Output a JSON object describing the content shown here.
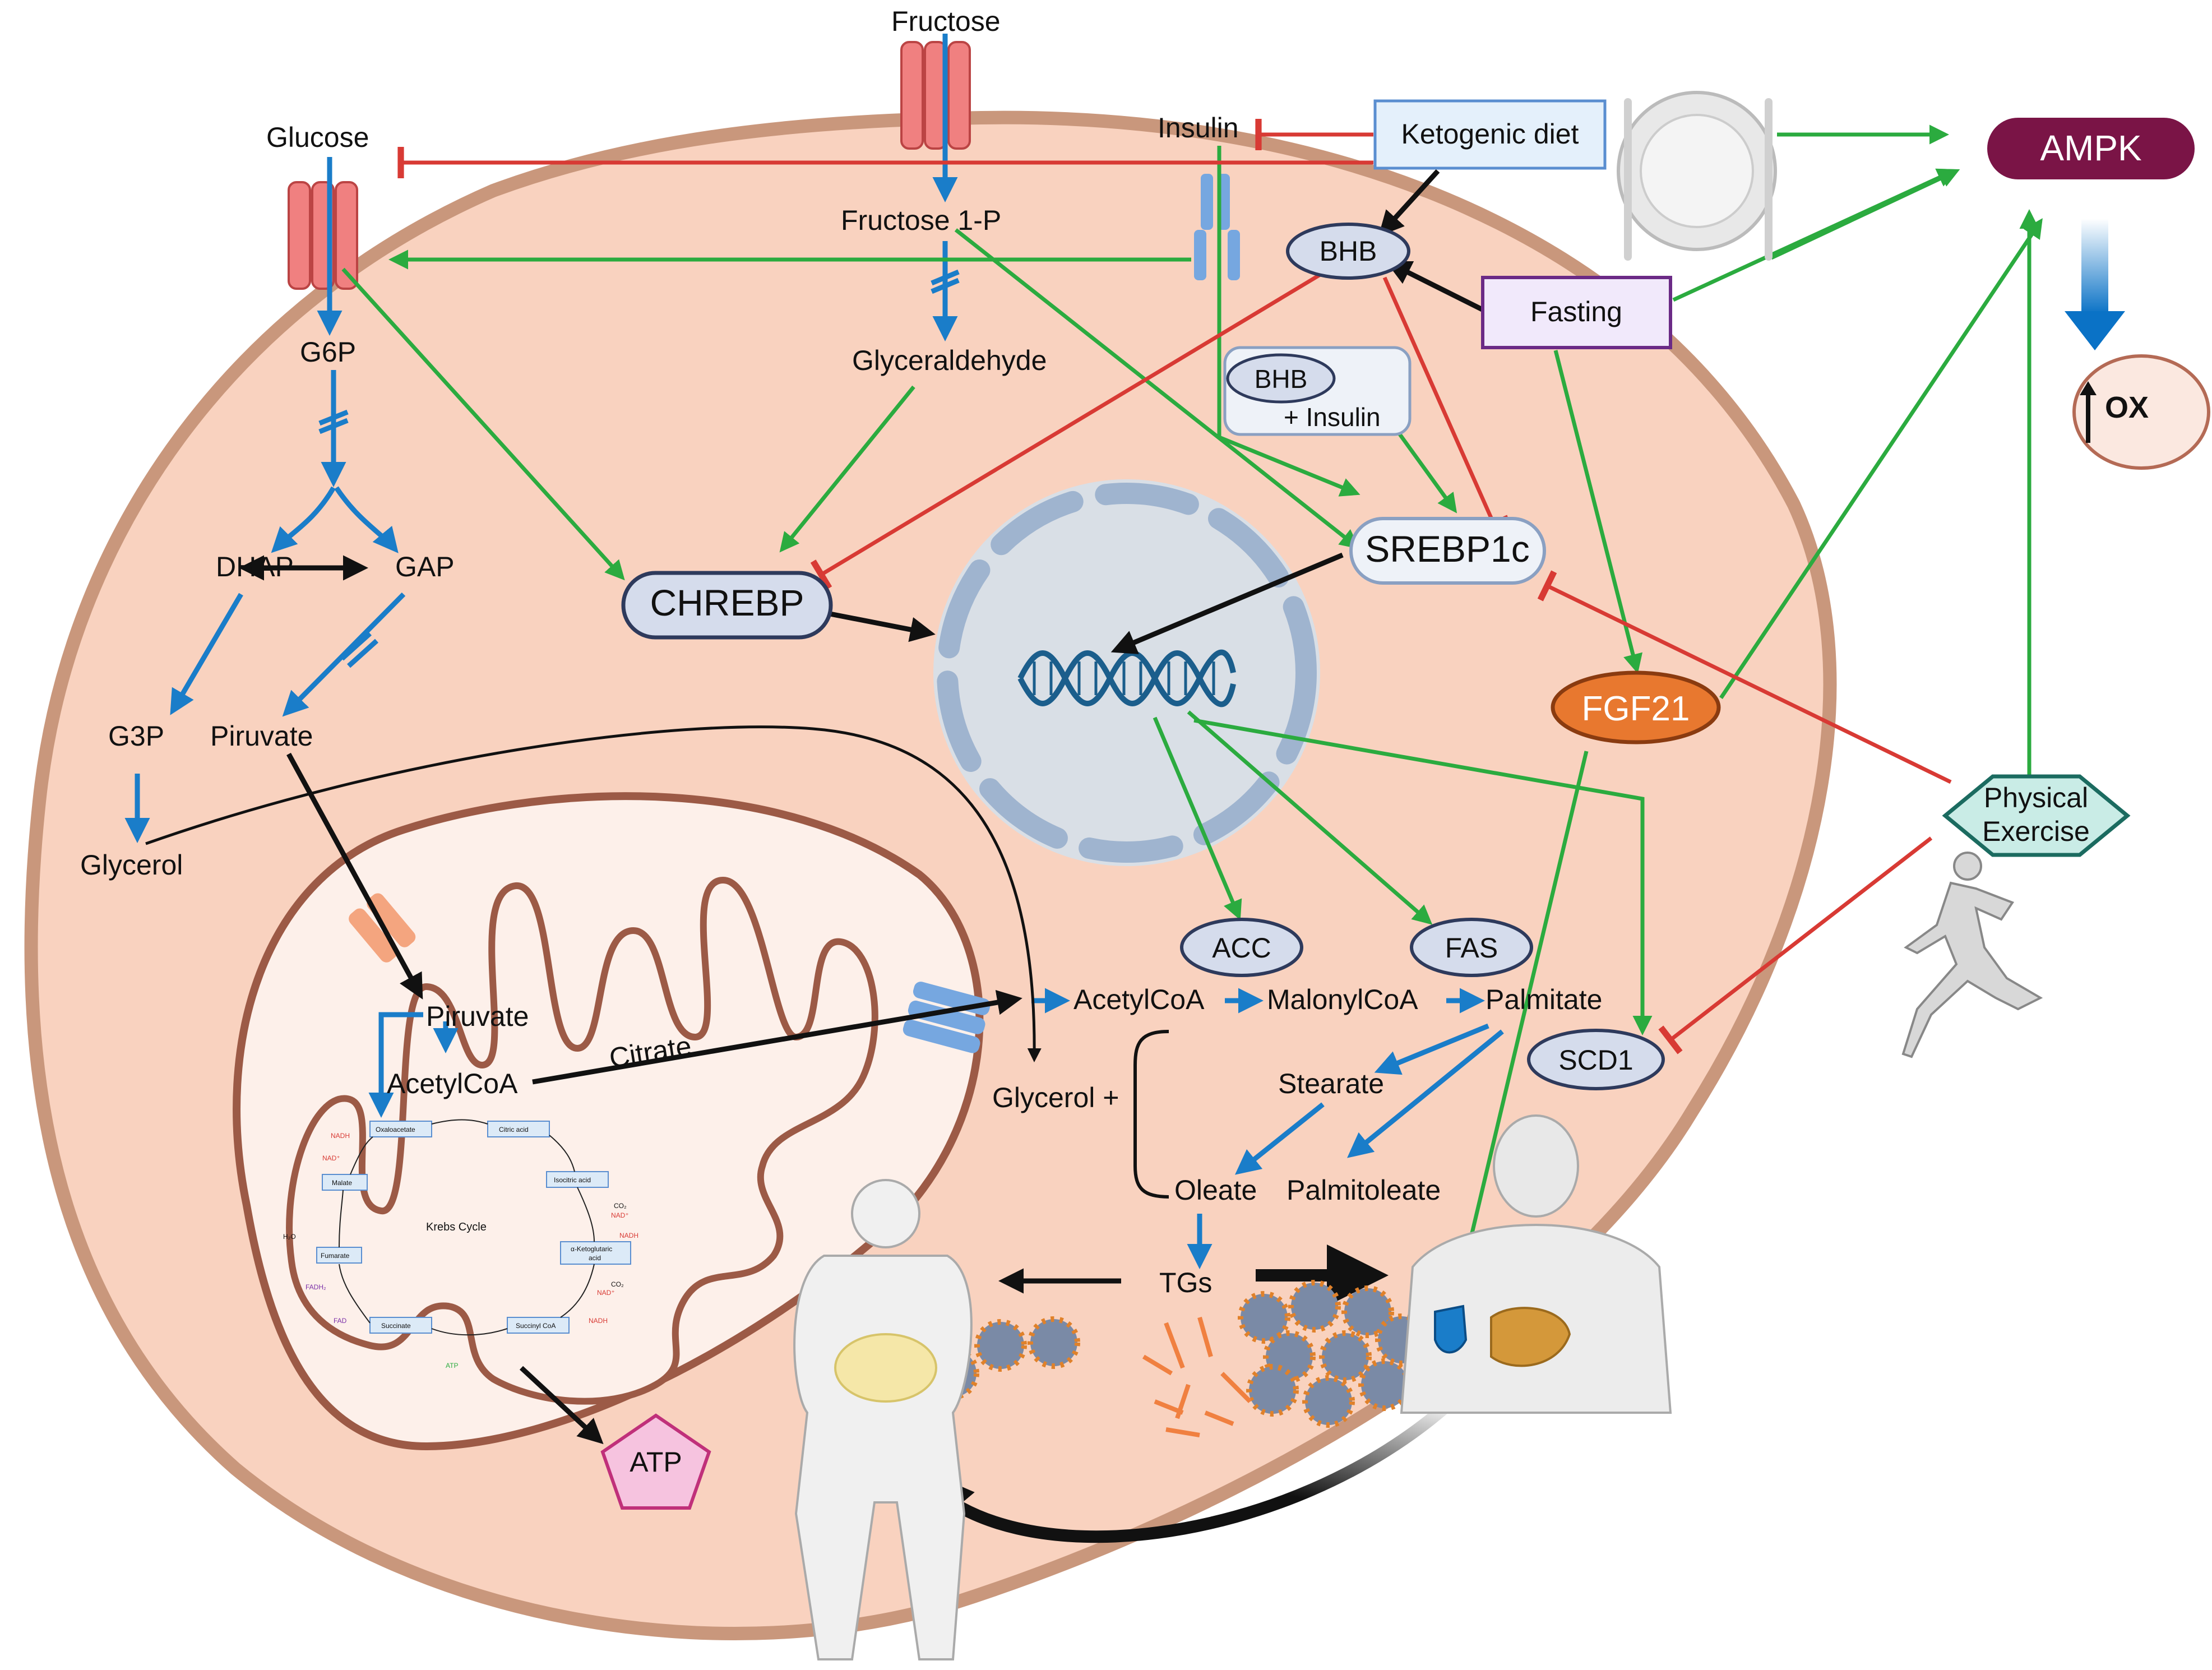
{
  "colors": {
    "cell_fill": "#f9d2bf",
    "cell_border": "#c9977c",
    "mito_fill": "#fdf0ea",
    "mito_border": "#9c5a46",
    "nucleus_fill": "#d9dfe6",
    "nucleus_border": "#9fb4cf",
    "dna": "#1b5e8c",
    "activation": "#2bab3f",
    "inhibition": "#d83a34",
    "pathway": "#1a7dc9",
    "black_arrow": "#111111",
    "protein_fill": "#d5dcec",
    "protein_border": "#2e3a5c",
    "ampk": "#7a1446",
    "fgf21": "#e8782f",
    "physical_exercise": "#c9ece6",
    "atp": "#f6c3df",
    "transporter_red": "#f08080",
    "transporter_blue": "#76a7e0",
    "transporter_orange": "#f4a57f"
  },
  "metabolites": {
    "fructose": "Fructose",
    "glucose": "Glucose",
    "insulin": "Insulin",
    "fructose_1p": "Fructose 1-P",
    "g6p": "G6P",
    "glyceraldehyde": "Glyceraldehyde",
    "dhap": "DHAP",
    "gap": "GAP",
    "g3p": "G3P",
    "piruvate_cyto": "Piruvate",
    "glycerol_left": "Glycerol",
    "piruvate_mito": "Piruvate",
    "acetylcoa_mito": "AcetylCoA",
    "citrate": "Citrate",
    "acetylcoa": "AcetylCoA",
    "malonylcoa": "MalonylCoA",
    "palmitate": "Palmitate",
    "stearate": "Stearate",
    "oleate": "Oleate",
    "palmitoleate": "Palmitoleate",
    "glycerol_plus": "Glycerol +",
    "tgs": "TGs"
  },
  "proteins": {
    "chrebp": "CHREBP",
    "srebp1c": "SREBP1c",
    "bhb": "BHB",
    "bhb_insulin_bhb": "BHB",
    "bhb_insulin_text": "+ Insulin",
    "acc": "ACC",
    "fas": "FAS",
    "scd1": "SCD1",
    "fgf21": "FGF21",
    "ampk": "AMPK",
    "atp": "ATP"
  },
  "interventions": {
    "ketogenic_diet": "Ketogenic diet",
    "fasting": "Fasting",
    "physical_exercise_line1": "Physical",
    "physical_exercise_line2": "Exercise",
    "ox": "OX"
  },
  "krebs": {
    "title": "Krebs Cycle",
    "oxaloacetate": "Oxaloacetate",
    "citric_acid": "Citric acid",
    "isocitric_acid": "Isocitric acid",
    "ketoglutaric_line1": "α-Ketoglutaric",
    "ketoglutaric_line2": "acid",
    "succinyl_coa": "Succinyl CoA",
    "succinate": "Succinate",
    "fumarate": "Fumarate",
    "malate": "Malate",
    "nadh": "NADH",
    "nad": "NAD⁺",
    "co2": "CO₂",
    "h2o": "H₂O",
    "fadh2": "FADH₂",
    "fad": "FAD",
    "atp": "ATP"
  }
}
